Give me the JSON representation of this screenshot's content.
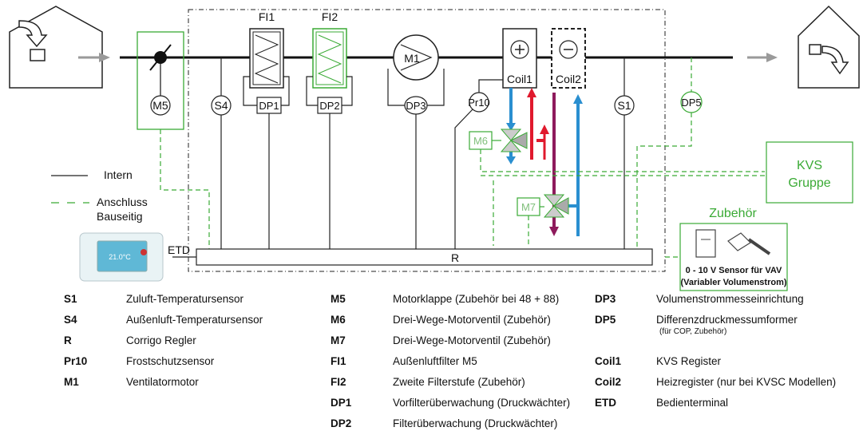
{
  "components": {
    "fi1": "FI1",
    "fi2": "FI2",
    "m1": "M1",
    "coil1": "Coil1",
    "coil2": "Coil2",
    "m5": "M5",
    "s4": "S4",
    "dp1": "DP1",
    "dp2": "DP2",
    "dp3": "DP3",
    "pr10": "Pr10",
    "s1": "S1",
    "dp5": "DP5",
    "m6": "M6",
    "m7": "M7",
    "r": "R",
    "etd": "ETD",
    "kvs_line1": "KVS",
    "kvs_line2": "Gruppe",
    "zubehoer": "Zubehör",
    "sensor_line1": "0 - 10 V Sensor für VAV",
    "sensor_line2": "(Variabler Volumenstrom)",
    "display_temp": "21.0°C"
  },
  "line_legend": {
    "intern": "Intern",
    "anschluss_line1": "Anschluss",
    "anschluss_line2": "Bauseitig"
  },
  "legend": [
    {
      "code": "S1",
      "desc": "Zuluft-Temperatursensor"
    },
    {
      "code": "S4",
      "desc": "Außenluft-Temperatursensor"
    },
    {
      "code": "R",
      "desc": "Corrigo Regler"
    },
    {
      "code": "Pr10",
      "desc": "Frostschutzsensor"
    },
    {
      "code": "M1",
      "desc": "Ventilatormotor"
    },
    {
      "code": "M5",
      "desc": "Motorklappe (Zubehör bei 48 + 88)"
    },
    {
      "code": "M6",
      "desc": "Drei-Wege-Motorventil (Zubehör)"
    },
    {
      "code": "M7",
      "desc": "Drei-Wege-Motorventil (Zubehör)"
    },
    {
      "code": "FI1",
      "desc": "Außenluftfilter M5"
    },
    {
      "code": "FI2",
      "desc": "Zweite Filterstufe (Zubehör)"
    },
    {
      "code": "DP1",
      "desc": "Vorfilterüberwachung (Druckwächter)"
    },
    {
      "code": "DP2",
      "desc": "Filterüberwachung (Druckwächter)"
    },
    {
      "code": "DP3",
      "desc": "Volumenstrommesseinrichtung"
    },
    {
      "code": "DP5",
      "desc": "Differenzdruckmessumformer",
      "note": "(für COP, Zubehör)"
    },
    {
      "code": "Coil1",
      "desc": "KVS Register"
    },
    {
      "code": "Coil2",
      "desc": "Heizregister (nur bei KVSC Modellen)"
    },
    {
      "code": "ETD",
      "desc": "Bedienterminal"
    }
  ],
  "colors": {
    "black": "#1a1a1a",
    "green": "#3aaa35",
    "red": "#e0192d",
    "blue": "#2a8fd0",
    "purple": "#8e1a5c",
    "grey": "#9a9a9a"
  }
}
